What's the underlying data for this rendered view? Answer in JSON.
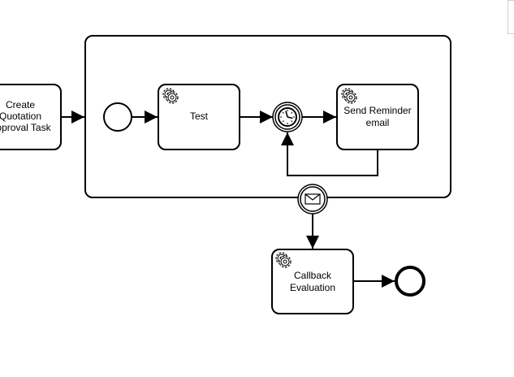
{
  "diagram": {
    "nodes": {
      "create_quotation": {
        "lines": [
          "Create",
          "Quotation",
          "Approval Task"
        ],
        "kind": "task"
      },
      "subprocess": {
        "kind": "subprocess"
      },
      "sub_start": {
        "kind": "start-event"
      },
      "test_task": {
        "lines": [
          "Test"
        ],
        "kind": "service-task"
      },
      "timer_event": {
        "kind": "intermediate-timer-event"
      },
      "send_reminder": {
        "lines": [
          "Send Reminder",
          "email"
        ],
        "kind": "service-task"
      },
      "message_boundary": {
        "kind": "boundary-message-event"
      },
      "callback_evaluation": {
        "lines": [
          "Callback",
          "Evaluation"
        ],
        "kind": "service-task"
      },
      "end_event": {
        "kind": "end-event"
      }
    },
    "edges": [
      {
        "from": "create_quotation",
        "to": "subprocess"
      },
      {
        "from": "sub_start",
        "to": "test_task"
      },
      {
        "from": "test_task",
        "to": "timer_event"
      },
      {
        "from": "timer_event",
        "to": "send_reminder"
      },
      {
        "from": "send_reminder",
        "to": "timer_event"
      },
      {
        "from": "message_boundary",
        "to": "callback_evaluation"
      },
      {
        "from": "callback_evaluation",
        "to": "end_event"
      }
    ],
    "colors": {
      "stroke": "#000000",
      "fill": "#ffffff"
    }
  }
}
